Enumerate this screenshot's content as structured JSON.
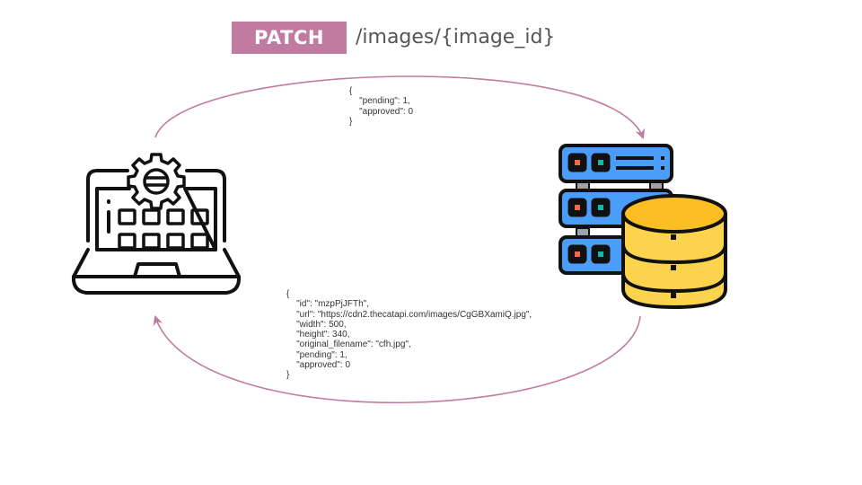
{
  "request": {
    "method": "PATCH",
    "path": "/images/{image_id}",
    "body_lines": [
      "{",
      "    \"pending\": 1,",
      "    \"approved\": 0",
      "}"
    ]
  },
  "response": {
    "body_lines": [
      "{",
      "    \"id\": \"mzpPjJFTh\",",
      "    \"url\": \"https://cdn2.thecatapi.com/images/CgGBXamiQ.jpg\",",
      "    \"width\": 500,",
      "    \"height\": 340,",
      "    \"original_filename\": \"cfh.jpg\",",
      "    \"pending\": 1,",
      "    \"approved\": 0",
      "}"
    ]
  },
  "nodes": {
    "client": {
      "icon": "laptop-gear-icon"
    },
    "server": {
      "icon": "server-database-icon"
    }
  },
  "colors": {
    "accent": "#c27ba0",
    "arrow": "#c27ba0",
    "server_blue": "#4a9df8",
    "db_yellow": "#fcd34d",
    "led_red": "#f26a4b",
    "led_teal": "#16b6a8"
  }
}
